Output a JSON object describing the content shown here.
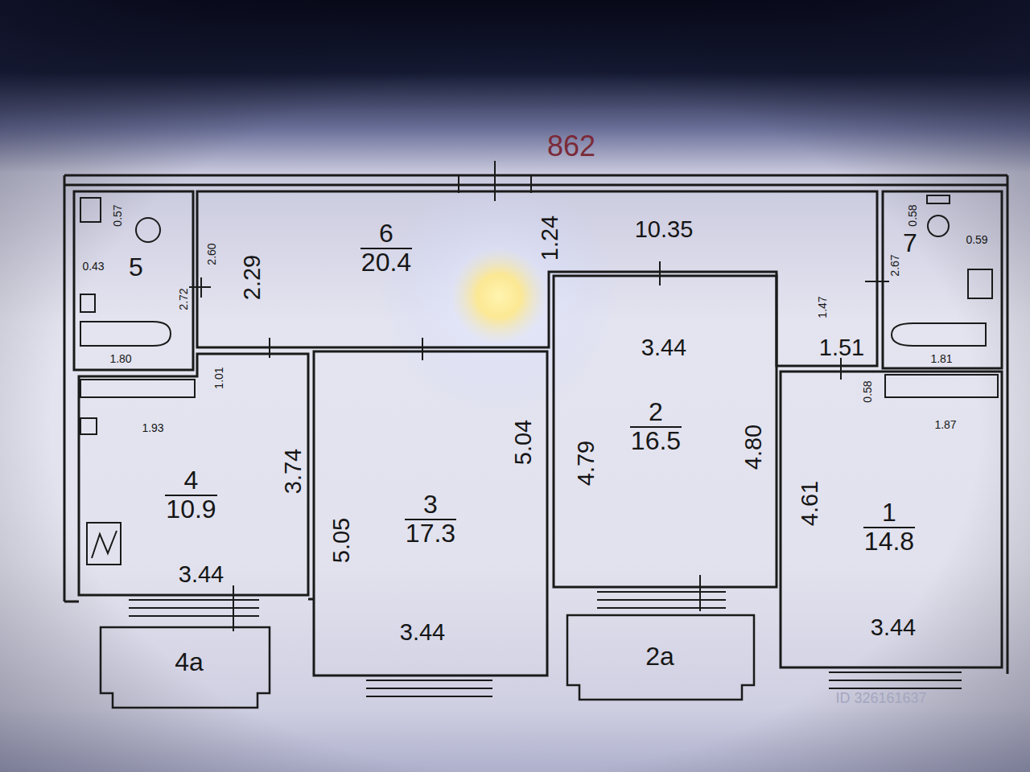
{
  "diagram": {
    "nodes": [
      {
        "text": [
          "5"
        ]
      },
      {
        "text": [
          "6",
          "20.4"
        ]
      },
      {
        "text": [
          "7"
        ]
      },
      {
        "text": [
          "4",
          "10.9"
        ]
      },
      {
        "text": [
          "3",
          "17.3"
        ]
      },
      {
        "text": [
          "2",
          "16.5"
        ]
      },
      {
        "text": [
          "1",
          "14.8"
        ]
      },
      {
        "text": [
          "4a"
        ]
      },
      {
        "text": [
          "2a"
        ]
      }
    ],
    "labels": [
      "862",
      "0.57",
      "0.43",
      "2.60",
      "2.29",
      "2.72",
      "1.80",
      "1.01",
      "1.24",
      "10.35",
      "1.47",
      "2.67",
      "0.58",
      "0.59",
      "3.44",
      "1.51",
      "1.81",
      "0.58",
      "1.87",
      "1.93",
      "3.74",
      "5.05",
      "5.04",
      "4.79",
      "4.80",
      "4.61",
      "3.44",
      "3.44",
      "3.44",
      "ID 326161637"
    ]
  }
}
